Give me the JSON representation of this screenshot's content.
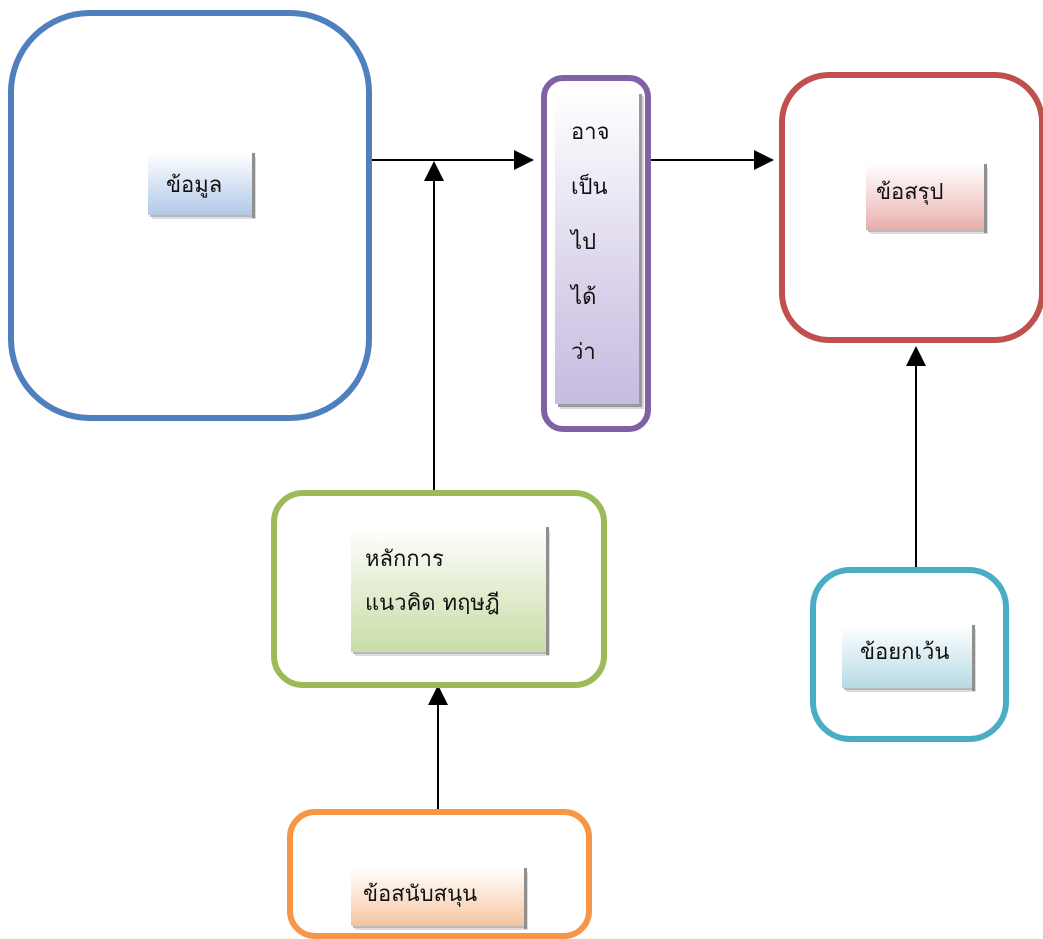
{
  "diagram": {
    "data_box": {
      "label": "ข้อมูล"
    },
    "possibility_box": {
      "lines": [
        "อาจ",
        "เป็น",
        "ไป",
        "ได้",
        "ว่า"
      ]
    },
    "conclusion_box": {
      "label": "ข้อสรุป"
    },
    "principles_box": {
      "line1": "หลักการ",
      "line2": "แนวคิด ทฤษฎี"
    },
    "exception_box": {
      "label": "ข้อยกเว้น"
    },
    "support_box": {
      "label": "ข้อสนับสนุน"
    }
  },
  "colors": {
    "data_border": "#4f7fbf",
    "possibility_border": "#7f62a4",
    "conclusion_border": "#c0504d",
    "principles_border": "#9bbb59",
    "exception_border": "#4bacc6",
    "support_border": "#f79646",
    "arrow": "#000000"
  }
}
